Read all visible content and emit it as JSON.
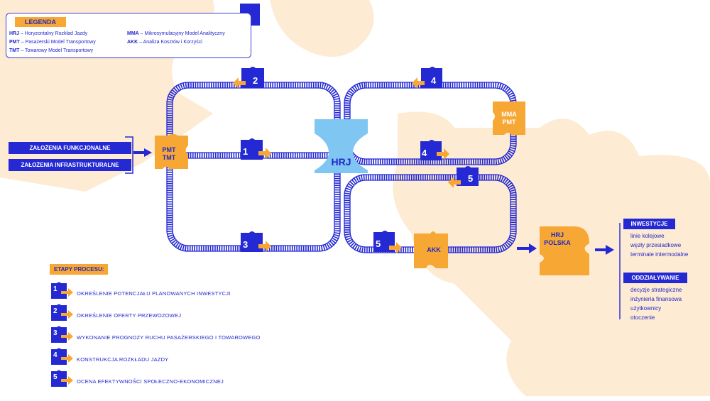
{
  "legend": {
    "title": "LEGENDA",
    "items": [
      {
        "abbr": "HRJ",
        "text": " – Horyzontalny Rozkład Jazdy"
      },
      {
        "abbr": "PMT",
        "text": " – Pasażerski Model Transportowy"
      },
      {
        "abbr": "TMT",
        "text": " – Towarowy Model Transportowy"
      },
      {
        "abbr": "MMA",
        "text": " – Mikrosymulacyjny Model Analityczny"
      },
      {
        "abbr": "AKK",
        "text": " – Analiza Kosztów i Korzyści"
      }
    ]
  },
  "inputs": [
    "ZAŁOŻENIA FUNKCJONALNE",
    "ZAŁOŻENIA INFRASTRUKTURALNE"
  ],
  "nodes": {
    "pmt_tmt": [
      "PMT",
      "TMT"
    ],
    "hrj": "HRJ",
    "mma_pmt": [
      "MMA",
      "PMT"
    ],
    "akk": "AKK",
    "hrj_polska": [
      "HRJ",
      "POLSKA"
    ]
  },
  "step_markers": [
    "1",
    "2",
    "3",
    "4",
    "4",
    "5",
    "5"
  ],
  "outputs": {
    "investments": {
      "title": "INWESTYCJE",
      "items": [
        "linie kolejowe",
        "węzły przesiadkowe",
        "terminale intermodalne"
      ]
    },
    "impacts": {
      "title": "ODDZIAŁYWANIE",
      "items": [
        "decyzje strategiczne",
        "inżynieria finansowa",
        "użytkownicy",
        "otoczenie"
      ]
    }
  },
  "stages": {
    "title": "ETAPY PROCESU:",
    "items": [
      {
        "num": "1",
        "text": "OKREŚLENIE POTENCJAŁU PLANOWANYCH INWESTYCJI"
      },
      {
        "num": "2",
        "text": "OKREŚLENIE OFERTY PRZEWOZOWEJ"
      },
      {
        "num": "3",
        "text": "WYKONANIE PROGNOZY RUCHU PASAŻERSKIEGO I TOWAROWEGO"
      },
      {
        "num": "4",
        "text": "KONSTRUKCJA ROZKŁADU JAZDY"
      },
      {
        "num": "5",
        "text": "OCENA EFEKTYWNOŚCI SPOŁECZNO-EKONOMICZNEJ"
      }
    ]
  },
  "colors": {
    "blue": "#2429d4",
    "orange": "#f7a733",
    "lightblue": "#7fc6f2",
    "beige": "#fdebd3"
  }
}
